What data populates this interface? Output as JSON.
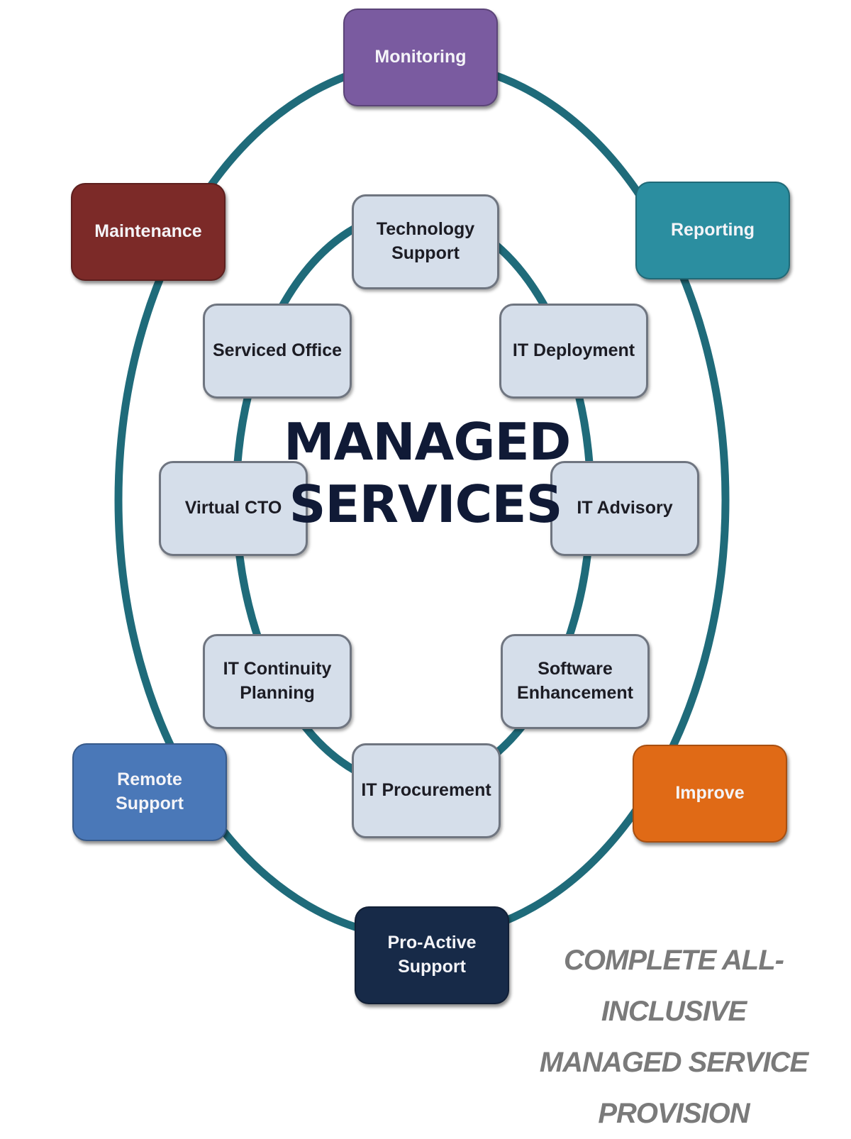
{
  "center": {
    "line1": "MANAGED",
    "line2": "SERVICES"
  },
  "outer_ring": [
    {
      "id": "monitoring",
      "label": "Monitoring",
      "color": "#7a5ba0"
    },
    {
      "id": "reporting",
      "label": "Reporting",
      "color": "#2b8ea0"
    },
    {
      "id": "improve",
      "label": "Improve",
      "color": "#e06a16"
    },
    {
      "id": "pro-active-support",
      "label": "Pro-Active Support",
      "color": "#172a48"
    },
    {
      "id": "remote-support",
      "label": "Remote Support",
      "color": "#4a78b8"
    },
    {
      "id": "maintenance",
      "label": "Maintenance",
      "color": "#7c2a28"
    }
  ],
  "inner_ring": [
    {
      "id": "technology-support",
      "lines": [
        "Technology",
        "Support"
      ]
    },
    {
      "id": "it-deployment",
      "lines": [
        "IT Deployment"
      ]
    },
    {
      "id": "it-advisory",
      "lines": [
        "IT Advisory"
      ]
    },
    {
      "id": "software-enhancement",
      "lines": [
        "Software",
        "Enhancement"
      ]
    },
    {
      "id": "it-procurement",
      "lines": [
        "IT Procurement"
      ]
    },
    {
      "id": "it-continuity-planning",
      "lines": [
        "IT Continuity",
        "Planning"
      ]
    },
    {
      "id": "virtual-cto",
      "lines": [
        "Virtual CTO"
      ]
    },
    {
      "id": "serviced-office",
      "lines": [
        "Serviced Office"
      ]
    }
  ],
  "tagline": {
    "line1": "COMPLETE ALL-INCLUSIVE",
    "line2": "MANAGED SERVICE",
    "line3": "PROVISION"
  },
  "colors": {
    "ring": "#1f6b7a",
    "inner_box": "#d5deea",
    "center_text": "#101a36",
    "tagline_text": "#7a7a7a"
  }
}
